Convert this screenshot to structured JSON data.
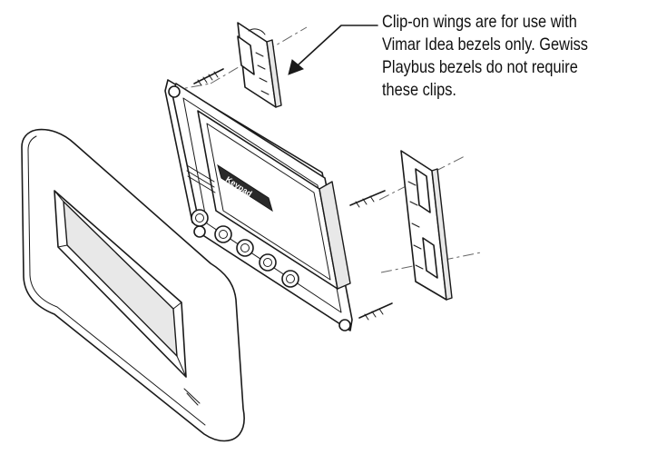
{
  "callout": {
    "lines": [
      "Clip-on wings are for use with",
      "Vimar Idea bezels only. Gewiss",
      "Playbus bezels do not require",
      "these clips."
    ]
  },
  "device": {
    "brand_label": "Keypad"
  },
  "colors": {
    "line": "#1a1a1a",
    "background": "#ffffff",
    "text": "#111111"
  }
}
